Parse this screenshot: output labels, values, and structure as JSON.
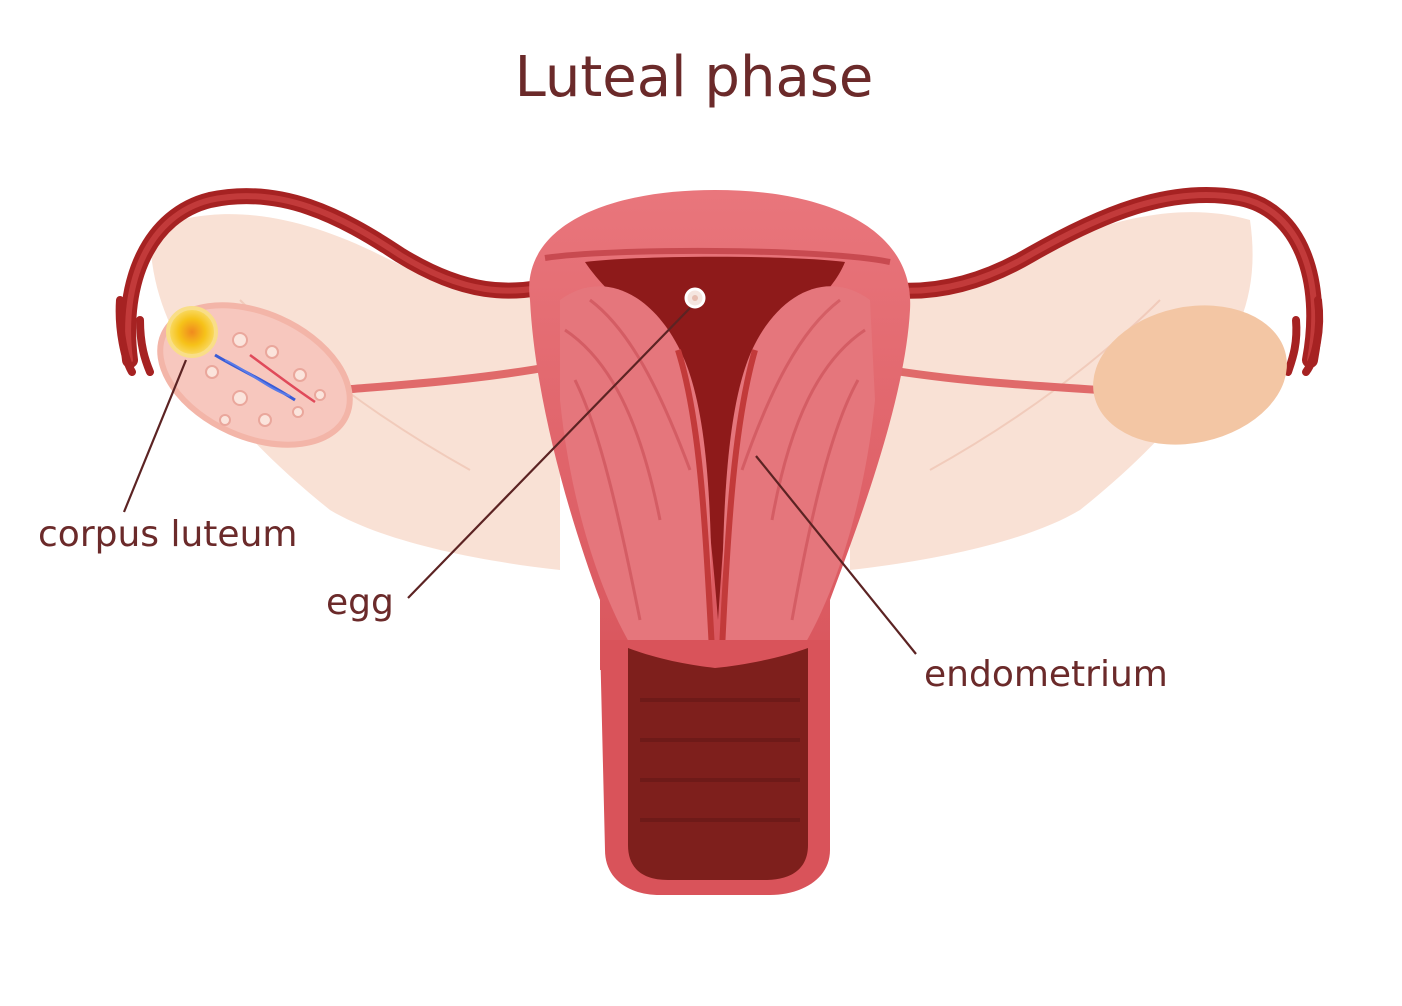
{
  "title": "Luteal phase",
  "labels": {
    "corpus_luteum": "corpus luteum",
    "egg": "egg",
    "endometrium": "endometrium"
  },
  "colors": {
    "text": "#6b2a2a",
    "uterus": "#e8747a",
    "uterus_dark": "#c23a3a",
    "cavity": "#8e1a1a",
    "tube": "#a62222",
    "ligament": "#f8ddd0",
    "ovary": "#f3c6a4",
    "corpus_luteum": "#f2c21b"
  }
}
